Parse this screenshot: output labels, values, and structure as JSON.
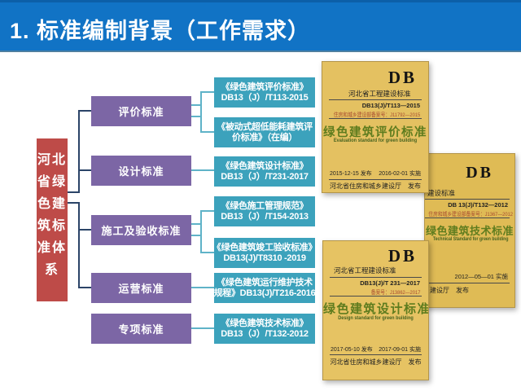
{
  "slide": {
    "title": "1. 标准编制背景（工作需求）"
  },
  "tree": {
    "root": "河北省绿色建筑标准体系",
    "categories": [
      {
        "label": "评价标准"
      },
      {
        "label": "设计标准"
      },
      {
        "label": "施工及验收标准"
      },
      {
        "label": "运营标准"
      },
      {
        "label": "专项标准"
      }
    ],
    "standards": [
      {
        "line1": "《绿色建筑评价标准》",
        "line2": "DB13（J）/T113-2015"
      },
      {
        "line1": "《被动式超低能耗建筑评",
        "line2": "价标准》（在编）"
      },
      {
        "line1": "《绿色建筑设计标准》",
        "line2": "DB13（J）/T231-2017"
      },
      {
        "line1": "《绿色施工管理规范》",
        "line2": "DB13（J）/T154-2013"
      },
      {
        "line1": "《绿色建筑竣工验收标准》",
        "line2": "DB13(J)/T8310 -2019"
      },
      {
        "line1": "《绿色建筑运行维护技术",
        "line2": "规程》DB13(J)/T216-2016"
      },
      {
        "line1": "《绿色建筑技术标准》",
        "line2": "DB13（J）/T132-2012"
      }
    ]
  },
  "books": [
    {
      "logo": "DB",
      "series": "河北省工程建设标准",
      "code": "DB13(J)/T113—2015",
      "record": "住房和城乡建设部备案号：J11792—2015",
      "title": "绿色建筑评价标准",
      "title_en": "Evaluation standard for green building",
      "issue_date": "2015-12-15 发布",
      "effective_date": "2016-02-01 实施",
      "publisher": "河北省住房和城乡建设厅　发布"
    },
    {
      "logo": "DB",
      "series": "建设标准",
      "code": "DB 13(J)/T132—2012",
      "record": "住房和城乡建设部备案号：J1367—2012",
      "title": "绿色建筑技术标准",
      "title_en": "Technical Standard for green building",
      "effective_date": "2012—05—01 实施",
      "publisher": "建设厅　发布"
    },
    {
      "logo": "DB",
      "series": "河北省工程建设标准",
      "code": "DB13(J)/T 231—2017",
      "record": "备案号：J13862—2017",
      "title": "绿色建筑设计标准",
      "title_en": "Design standard for green building",
      "issue_date": "2017-05-10 发布",
      "effective_date": "2017-09-01 实施",
      "publisher": "河北省住房和城乡建设厅　发布"
    }
  ],
  "colors": {
    "header_bg": "#1173C5",
    "root_box": "#BE4B48",
    "category_box": "#7C66A5",
    "standard_box": "#3CA2BC",
    "connector_navy": "#2B4468",
    "connector_teal": "#5FB3C8",
    "book_cover": "#E4C161",
    "book_title_green": "#5E7C1E"
  }
}
